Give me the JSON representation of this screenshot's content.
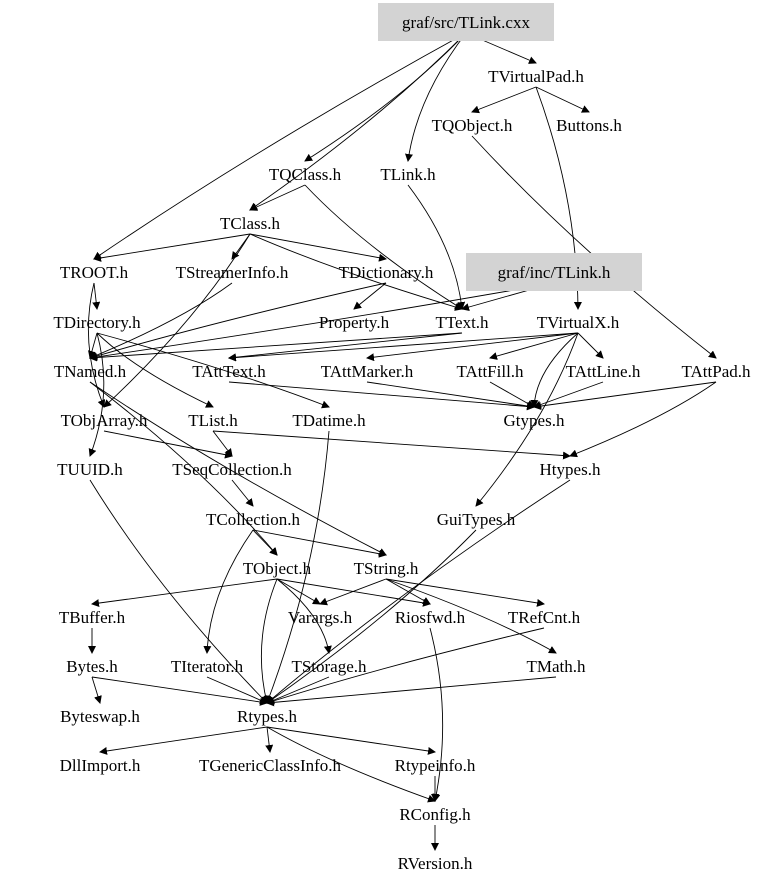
{
  "title": "graf/src/TLink.cxx include dependency graph",
  "colors": {
    "highlight_box": "#d3d3d3",
    "edge": "#000000"
  },
  "nodes": {
    "src": {
      "label": "graf/src/TLink.cxx",
      "highlighted": true
    },
    "TVirtualPad": {
      "label": "TVirtualPad.h"
    },
    "TQObject": {
      "label": "TQObject.h"
    },
    "Buttons": {
      "label": "Buttons.h"
    },
    "TQClass": {
      "label": "TQClass.h"
    },
    "TLinkH": {
      "label": "TLink.h"
    },
    "TClass": {
      "label": "TClass.h"
    },
    "TROOT": {
      "label": "TROOT.h"
    },
    "TStreamerInfo": {
      "label": "TStreamerInfo.h"
    },
    "TDictionary": {
      "label": "TDictionary.h"
    },
    "inc": {
      "label": "graf/inc/TLink.h",
      "highlighted": true
    },
    "TDirectory": {
      "label": "TDirectory.h"
    },
    "Property": {
      "label": "Property.h"
    },
    "TText": {
      "label": "TText.h"
    },
    "TVirtualX": {
      "label": "TVirtualX.h"
    },
    "TNamed": {
      "label": "TNamed.h"
    },
    "TAttText": {
      "label": "TAttText.h"
    },
    "TAttMarker": {
      "label": "TAttMarker.h"
    },
    "TAttFill": {
      "label": "TAttFill.h"
    },
    "TAttLine": {
      "label": "TAttLine.h"
    },
    "TAttPad": {
      "label": "TAttPad.h"
    },
    "TObjArray": {
      "label": "TObjArray.h"
    },
    "TList": {
      "label": "TList.h"
    },
    "TDatime": {
      "label": "TDatime.h"
    },
    "Gtypes": {
      "label": "Gtypes.h"
    },
    "TUUID": {
      "label": "TUUID.h"
    },
    "TSeqCollection": {
      "label": "TSeqCollection.h"
    },
    "Htypes": {
      "label": "Htypes.h"
    },
    "TCollection": {
      "label": "TCollection.h"
    },
    "GuiTypes": {
      "label": "GuiTypes.h"
    },
    "TObject": {
      "label": "TObject.h"
    },
    "TString": {
      "label": "TString.h"
    },
    "TBuffer": {
      "label": "TBuffer.h"
    },
    "Varargs": {
      "label": "Varargs.h"
    },
    "Riosfwd": {
      "label": "Riosfwd.h"
    },
    "TRefCnt": {
      "label": "TRefCnt.h"
    },
    "Bytes": {
      "label": "Bytes.h"
    },
    "TIterator": {
      "label": "TIterator.h"
    },
    "TStorage": {
      "label": "TStorage.h"
    },
    "TMath": {
      "label": "TMath.h"
    },
    "Byteswap": {
      "label": "Byteswap.h"
    },
    "Rtypes": {
      "label": "Rtypes.h"
    },
    "DllImport": {
      "label": "DllImport.h"
    },
    "TGenericClassInfo": {
      "label": "TGenericClassInfo.h"
    },
    "Rtypeinfo": {
      "label": "Rtypeinfo.h"
    },
    "RConfig": {
      "label": "RConfig.h"
    },
    "RVersion": {
      "label": "RVersion.h"
    }
  },
  "edges": [
    [
      "src",
      "TVirtualPad"
    ],
    [
      "src",
      "TQClass"
    ],
    [
      "src",
      "TLinkH"
    ],
    [
      "src",
      "TClass"
    ],
    [
      "src",
      "TROOT"
    ],
    [
      "TVirtualPad",
      "TQObject"
    ],
    [
      "TVirtualPad",
      "Buttons"
    ],
    [
      "TVirtualPad",
      "TVirtualX"
    ],
    [
      "TQObject",
      "TAttPad"
    ],
    [
      "TQClass",
      "TClass"
    ],
    [
      "TQClass",
      "TText"
    ],
    [
      "TLinkH",
      "TText"
    ],
    [
      "TClass",
      "TROOT"
    ],
    [
      "TClass",
      "TStreamerInfo"
    ],
    [
      "TClass",
      "TDictionary"
    ],
    [
      "TClass",
      "TObjArray"
    ],
    [
      "TClass",
      "TText"
    ],
    [
      "TROOT",
      "TDirectory"
    ],
    [
      "TROOT",
      "TObjArray"
    ],
    [
      "TDictionary",
      "Property"
    ],
    [
      "TDictionary",
      "TNamed"
    ],
    [
      "TStreamerInfo",
      "TNamed"
    ],
    [
      "inc",
      "TText"
    ],
    [
      "inc",
      "TNamed"
    ],
    [
      "TDirectory",
      "TNamed"
    ],
    [
      "TDirectory",
      "TUUID"
    ],
    [
      "TDirectory",
      "TList"
    ],
    [
      "TDirectory",
      "TDatime"
    ],
    [
      "TText",
      "TAttText"
    ],
    [
      "TText",
      "TNamed"
    ],
    [
      "TVirtualX",
      "TAttFill"
    ],
    [
      "TVirtualX",
      "TAttLine"
    ],
    [
      "TVirtualX",
      "TAttMarker"
    ],
    [
      "TVirtualX",
      "TAttText"
    ],
    [
      "TVirtualX",
      "Gtypes"
    ],
    [
      "TVirtualX",
      "GuiTypes"
    ],
    [
      "TAttFill",
      "Gtypes"
    ],
    [
      "TAttLine",
      "Gtypes"
    ],
    [
      "TAttPad",
      "Gtypes"
    ],
    [
      "TAttPad",
      "Htypes"
    ],
    [
      "TAttMarker",
      "Gtypes"
    ],
    [
      "TAttText",
      "Gtypes"
    ],
    [
      "TNamed",
      "TString"
    ],
    [
      "TNamed",
      "TObject"
    ],
    [
      "TList",
      "TSeqCollection"
    ],
    [
      "TList",
      "Htypes"
    ],
    [
      "TObjArray",
      "TSeqCollection"
    ],
    [
      "TDatime",
      "Rtypes"
    ],
    [
      "TSeqCollection",
      "TCollection"
    ],
    [
      "TCollection",
      "TObject"
    ],
    [
      "TCollection",
      "TIterator"
    ],
    [
      "TCollection",
      "TString"
    ],
    [
      "TObject",
      "TBuffer"
    ],
    [
      "TObject",
      "Varargs"
    ],
    [
      "TObject",
      "Riosfwd"
    ],
    [
      "TObject",
      "TStorage"
    ],
    [
      "TObject",
      "Rtypes"
    ],
    [
      "TString",
      "TRefCnt"
    ],
    [
      "TString",
      "Riosfwd"
    ],
    [
      "TString",
      "TMath"
    ],
    [
      "TString",
      "Varargs"
    ],
    [
      "TBuffer",
      "Bytes"
    ],
    [
      "Bytes",
      "Byteswap"
    ],
    [
      "Bytes",
      "Rtypes"
    ],
    [
      "TUUID",
      "Rtypes"
    ],
    [
      "TIterator",
      "Rtypes"
    ],
    [
      "TStorage",
      "Rtypes"
    ],
    [
      "TMath",
      "Rtypes"
    ],
    [
      "TRefCnt",
      "Rtypes"
    ],
    [
      "GuiTypes",
      "Rtypes"
    ],
    [
      "Htypes",
      "Rtypes"
    ],
    [
      "Rtypes",
      "DllImport"
    ],
    [
      "Rtypes",
      "TGenericClassInfo"
    ],
    [
      "Rtypes",
      "Rtypeinfo"
    ],
    [
      "Rtypes",
      "RConfig"
    ],
    [
      "Riosfwd",
      "RConfig"
    ],
    [
      "Rtypeinfo",
      "RConfig"
    ],
    [
      "RConfig",
      "RVersion"
    ]
  ]
}
